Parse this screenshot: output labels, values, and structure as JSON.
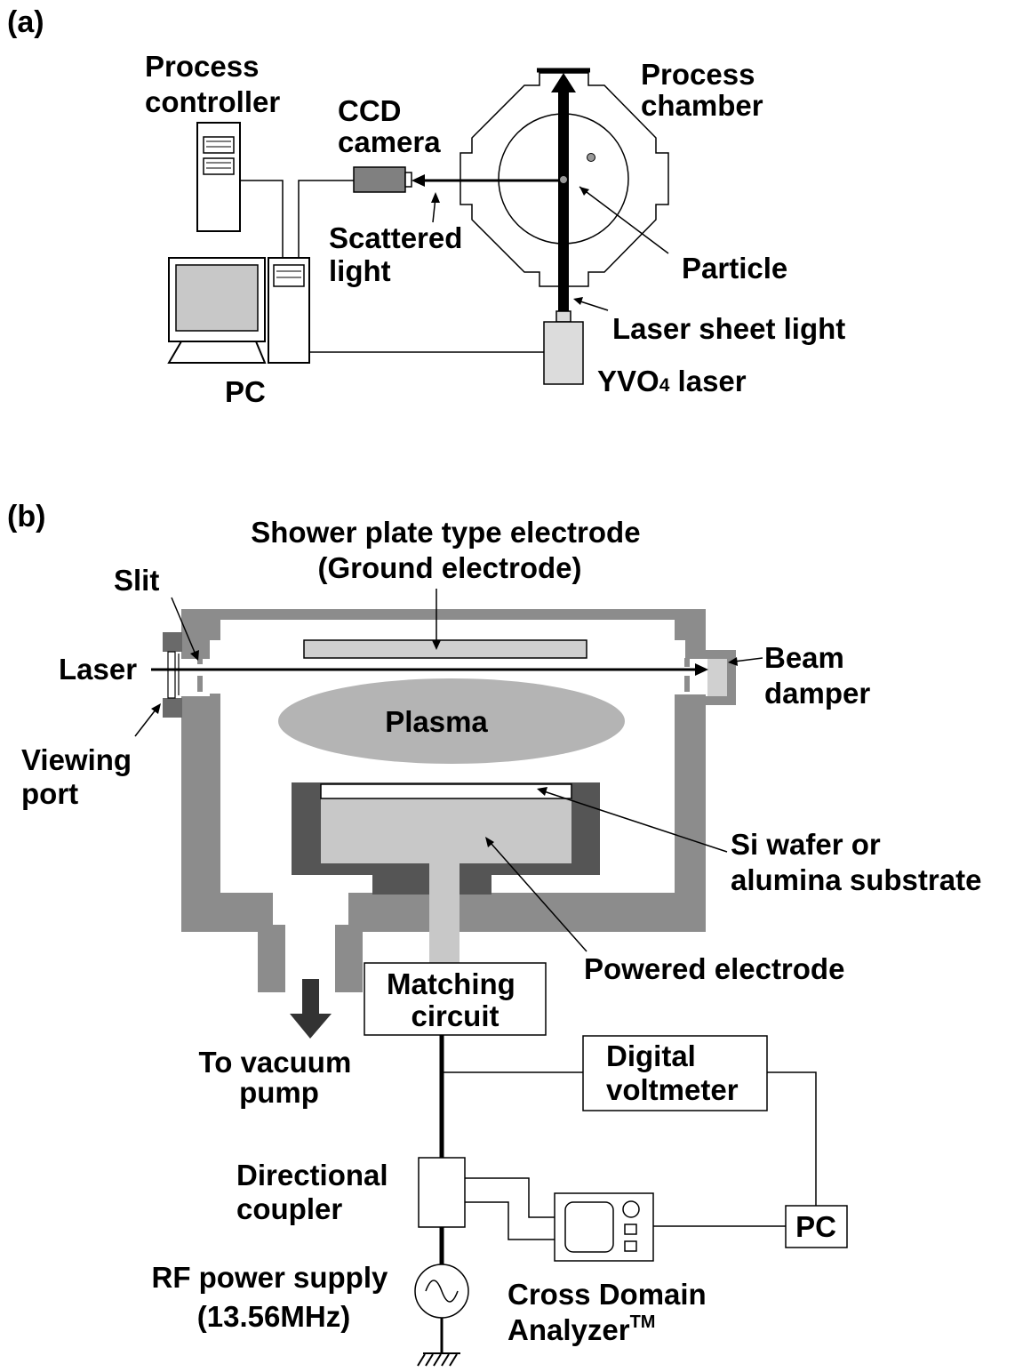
{
  "panel_a": {
    "tag": "(a)",
    "process_controller": [
      "Process",
      "controller"
    ],
    "ccd_camera": [
      "CCD",
      "camera"
    ],
    "process_chamber": [
      "Process",
      "chamber"
    ],
    "scattered_light": [
      "Scattered",
      "light"
    ],
    "particle": "Particle",
    "laser_sheet_light": "Laser sheet light",
    "laser_name_main": "YVO",
    "laser_name_sub": "4",
    "laser_name_tail": " laser",
    "pc": "PC"
  },
  "panel_b": {
    "tag": "(b)",
    "shower_plate": [
      "Shower plate type electrode",
      "(Ground electrode)"
    ],
    "slit": "Slit",
    "laser": "Laser",
    "beam_damper": [
      "Beam",
      "damper"
    ],
    "viewing_port": [
      "Viewing",
      "port"
    ],
    "plasma": "Plasma",
    "wafer": [
      "Si wafer or",
      "alumina substrate"
    ],
    "powered_electrode": "Powered electrode",
    "matching_circuit": [
      "Matching",
      "circuit"
    ],
    "vacuum_pump": [
      "To vacuum",
      "pump"
    ],
    "digital_voltmeter": [
      "Digital",
      "voltmeter"
    ],
    "directional_coupler": [
      "Directional",
      "coupler"
    ],
    "pc": "PC",
    "rf_power_supply": [
      "RF power supply",
      "(13.56MHz)"
    ],
    "analyzer": [
      "Cross Domain",
      "Analyzer"
    ],
    "analyzer_tm": "TM"
  },
  "colors": {
    "chamber_wall": "#8c8c8c",
    "electrode_dark": "#555555",
    "electrode_light": "#c8c8c8",
    "plasma": "#b4b4b4",
    "shower_plate": "#d0d0d0",
    "laser_body": "#dcdcdc",
    "camera": "#808080"
  }
}
